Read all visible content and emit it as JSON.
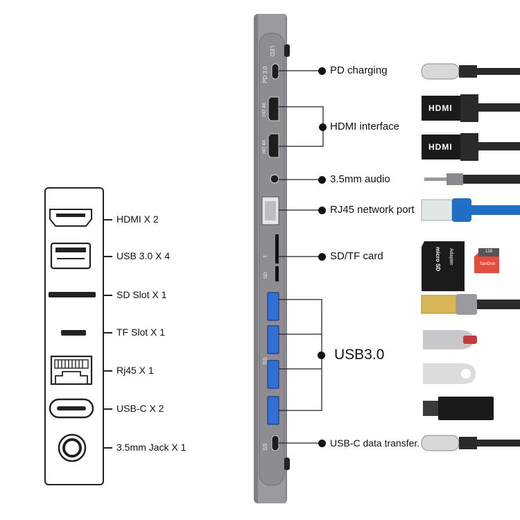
{
  "legend": {
    "items": [
      {
        "label": "HDMI X 2",
        "icon": "hdmi-port-icon"
      },
      {
        "label": "USB 3.0 X 4",
        "icon": "usb-a-port-icon"
      },
      {
        "label": "SD Slot X 1",
        "icon": "sd-slot-icon"
      },
      {
        "label": "TF Slot X 1",
        "icon": "tf-slot-icon"
      },
      {
        "label": "Rj45 X 1",
        "icon": "rj45-port-icon"
      },
      {
        "label": "USB-C X 2",
        "icon": "usb-c-port-icon"
      },
      {
        "label": "3.5mm Jack X 1",
        "icon": "audio-jack-icon"
      }
    ]
  },
  "hub": {
    "labels": {
      "led": "LED",
      "pd": "PD 3.0",
      "hd1": "HD 4K",
      "hd2": "HD 4K",
      "tf": "T",
      "sd": "SD",
      "ss1": "SS",
      "ss2": "SS"
    }
  },
  "callouts": {
    "pd": "PD charging",
    "hdmi": "HDMI interface",
    "audio": "3.5mm audio",
    "rj45": "RJ45 network port",
    "sd": "SD/TF card",
    "usb": "USB3.0",
    "usbc": "USB-C data transfer."
  },
  "accessories": {
    "hdmi_plug_text": "HDMI",
    "microsd_brand": "micro SD",
    "adapter_text": "Adapter",
    "card_capacity": "128",
    "card_brand": "SanDisk"
  },
  "colors": {
    "hub_body": "#8d8d93",
    "usb_port_blue": "#2f6fd6",
    "rj45_cable_blue": "#1f6fc6",
    "cable_black": "#2a2a2a",
    "text": "#111111"
  }
}
